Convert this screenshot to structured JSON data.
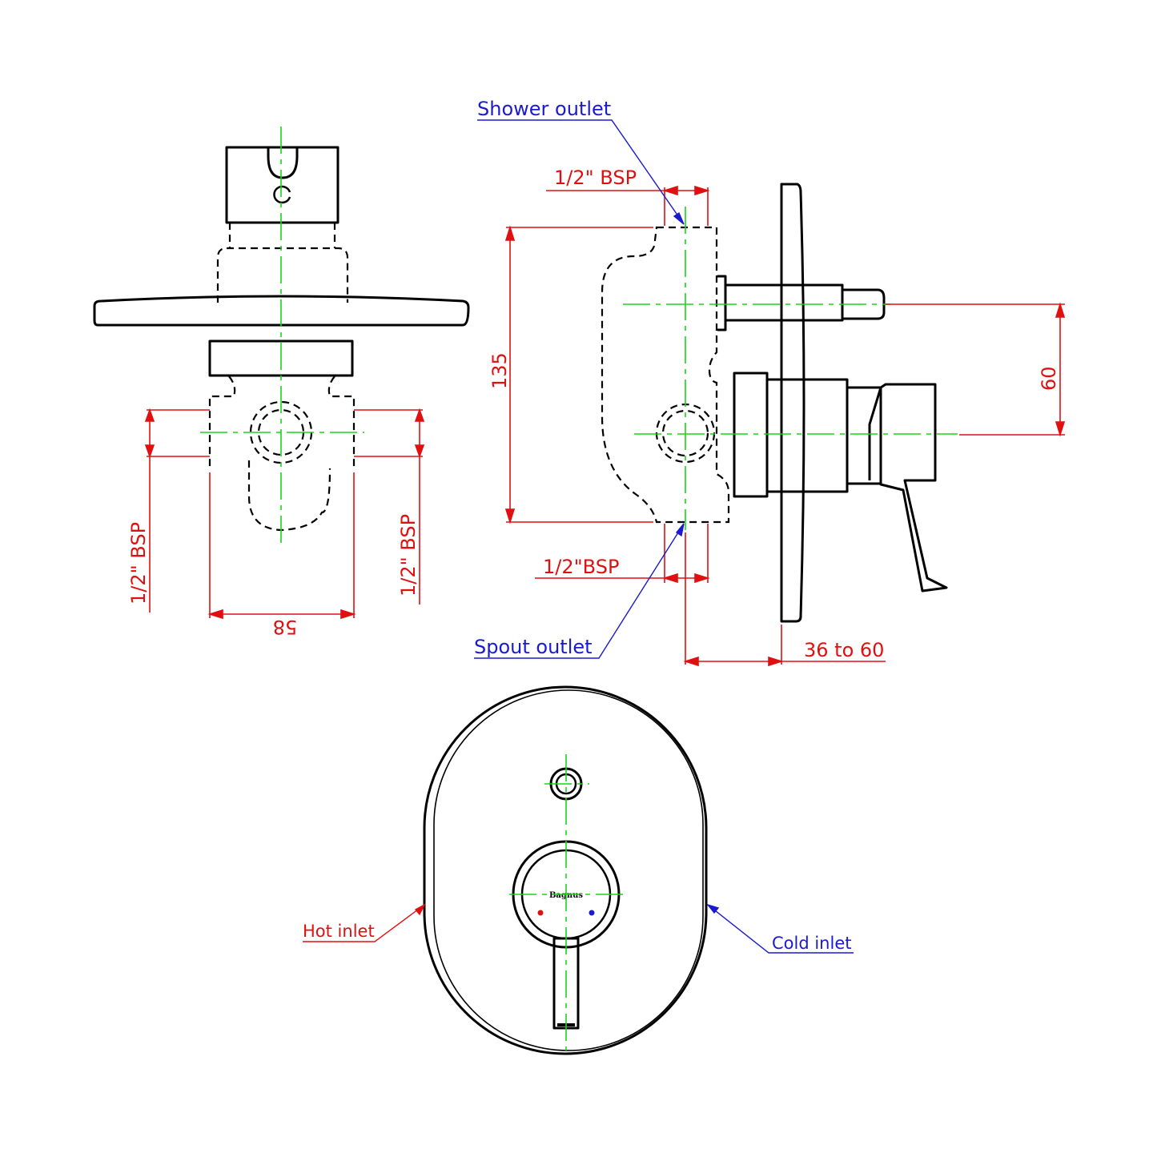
{
  "colors": {
    "outline": "#000000",
    "centerline": "#19d619",
    "dimension": "#e01010",
    "callout": "#1a1ad0"
  },
  "callouts": {
    "shower_outlet": "Shower outlet",
    "spout_outlet": "Spout outlet",
    "hot_inlet": "Hot inlet",
    "cold_inlet": "Cold inlet"
  },
  "dimensions": {
    "front_left_thread": "1/2\" BSP",
    "front_right_thread": "1/2\" BSP",
    "front_width": "58",
    "side_top_thread": "1/2\" BSP",
    "side_bottom_thread": "1/2\"BSP",
    "side_height": "135",
    "side_offset": "60",
    "side_depth": "36 to 60"
  },
  "logo_text": "Bagnus"
}
